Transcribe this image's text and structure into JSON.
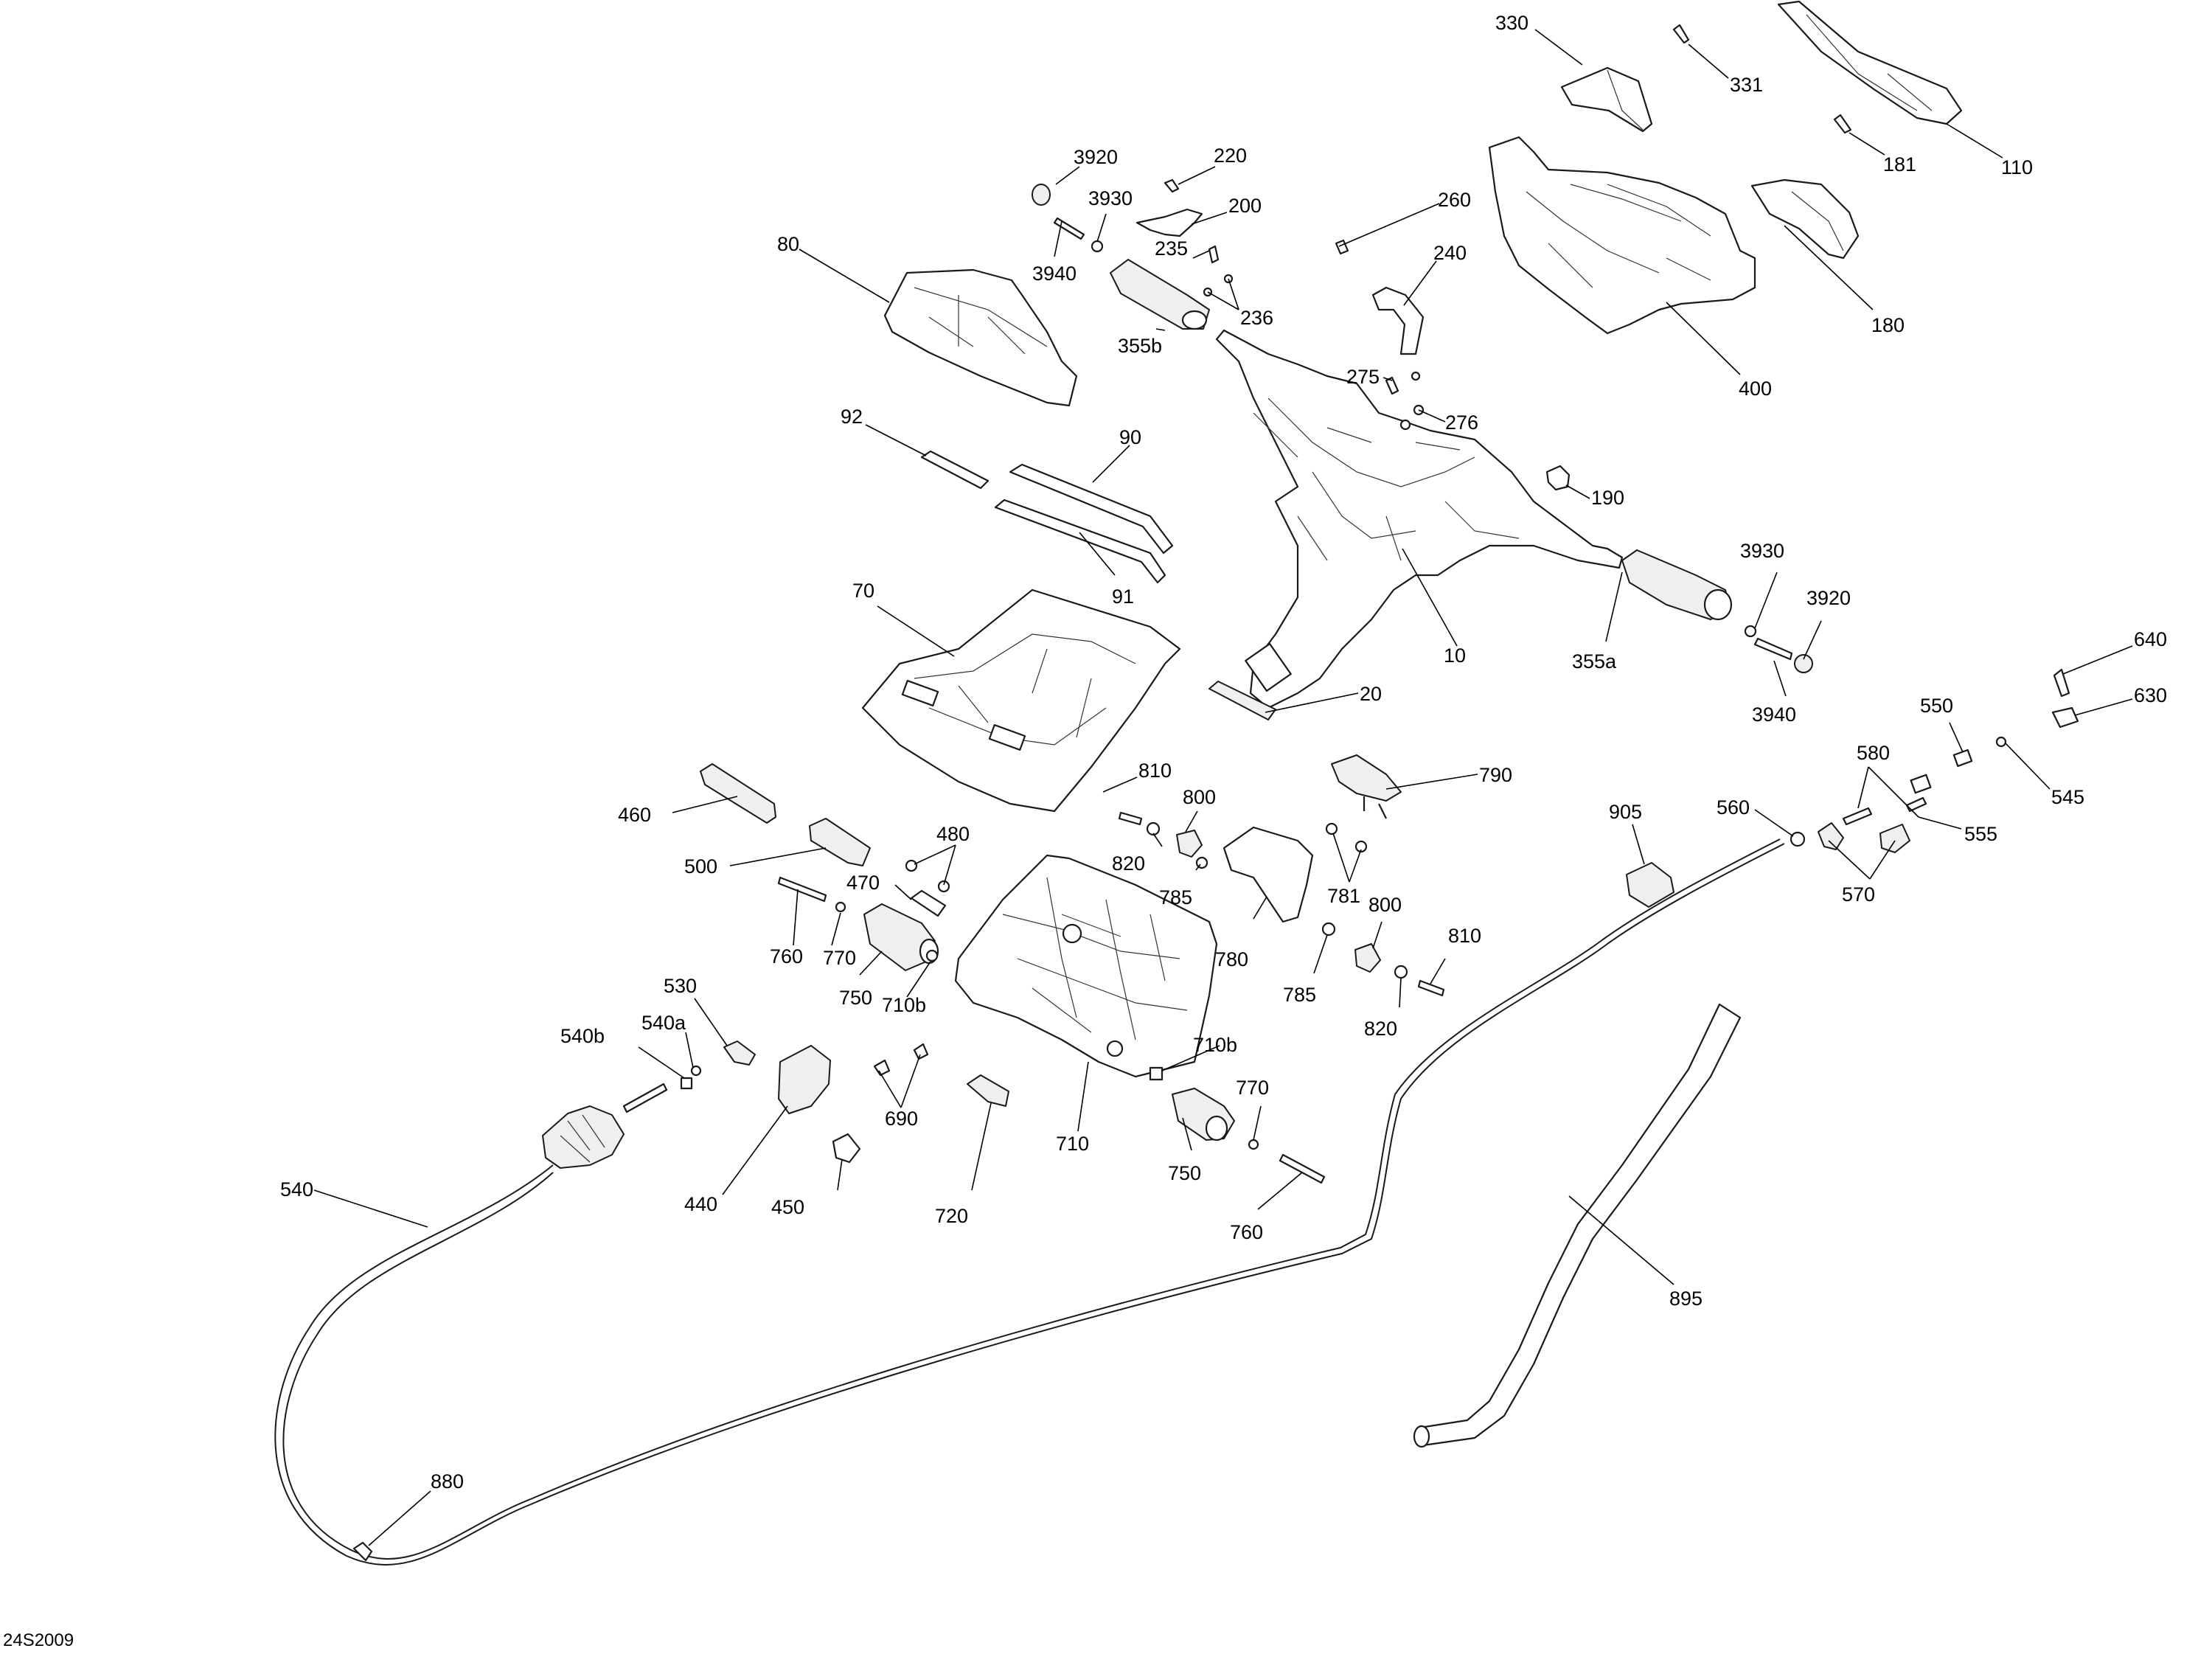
{
  "diagram": {
    "drawing_code": "24S2009",
    "callouts": [
      {
        "id": "c330",
        "text": "330"
      },
      {
        "id": "c331",
        "text": "331"
      },
      {
        "id": "c110",
        "text": "110"
      },
      {
        "id": "c181",
        "text": "181"
      },
      {
        "id": "c3920a",
        "text": "3920"
      },
      {
        "id": "c220",
        "text": "220"
      },
      {
        "id": "c3930a",
        "text": "3930"
      },
      {
        "id": "c200",
        "text": "200"
      },
      {
        "id": "c80",
        "text": "80"
      },
      {
        "id": "c3940a",
        "text": "3940"
      },
      {
        "id": "c235",
        "text": "235"
      },
      {
        "id": "c236",
        "text": "236"
      },
      {
        "id": "c355b",
        "text": "355b"
      },
      {
        "id": "c260",
        "text": "260"
      },
      {
        "id": "c240",
        "text": "240"
      },
      {
        "id": "c180",
        "text": "180"
      },
      {
        "id": "c400",
        "text": "400"
      },
      {
        "id": "c275",
        "text": "275"
      },
      {
        "id": "c276",
        "text": "276"
      },
      {
        "id": "c92",
        "text": "92"
      },
      {
        "id": "c90",
        "text": "90"
      },
      {
        "id": "c190",
        "text": "190"
      },
      {
        "id": "c91",
        "text": "91"
      },
      {
        "id": "c3930b",
        "text": "3930"
      },
      {
        "id": "c3920b",
        "text": "3920"
      },
      {
        "id": "c70",
        "text": "70"
      },
      {
        "id": "c355a",
        "text": "355a"
      },
      {
        "id": "c10",
        "text": "10"
      },
      {
        "id": "c640",
        "text": "640"
      },
      {
        "id": "c20",
        "text": "20"
      },
      {
        "id": "c3940b",
        "text": "3940"
      },
      {
        "id": "c630",
        "text": "630"
      },
      {
        "id": "c550",
        "text": "550"
      },
      {
        "id": "c810a",
        "text": "810"
      },
      {
        "id": "c790",
        "text": "790"
      },
      {
        "id": "c580",
        "text": "580"
      },
      {
        "id": "c545",
        "text": "545"
      },
      {
        "id": "c800a",
        "text": "800"
      },
      {
        "id": "c905",
        "text": "905"
      },
      {
        "id": "c560",
        "text": "560"
      },
      {
        "id": "c460",
        "text": "460"
      },
      {
        "id": "c480",
        "text": "480"
      },
      {
        "id": "c555",
        "text": "555"
      },
      {
        "id": "c820a",
        "text": "820"
      },
      {
        "id": "c500",
        "text": "500"
      },
      {
        "id": "c785a",
        "text": "785"
      },
      {
        "id": "c781",
        "text": "781"
      },
      {
        "id": "c570",
        "text": "570"
      },
      {
        "id": "c470",
        "text": "470"
      },
      {
        "id": "c800b",
        "text": "800"
      },
      {
        "id": "c810b",
        "text": "810"
      },
      {
        "id": "c760a",
        "text": "760"
      },
      {
        "id": "c770a",
        "text": "770"
      },
      {
        "id": "c780",
        "text": "780"
      },
      {
        "id": "c530",
        "text": "530"
      },
      {
        "id": "c750a",
        "text": "750"
      },
      {
        "id": "c710ba",
        "text": "710b"
      },
      {
        "id": "c785b",
        "text": "785"
      },
      {
        "id": "c540a",
        "text": "540a"
      },
      {
        "id": "c820b",
        "text": "820"
      },
      {
        "id": "c540b",
        "text": "540b"
      },
      {
        "id": "c710bb",
        "text": "710b"
      },
      {
        "id": "c770b",
        "text": "770"
      },
      {
        "id": "c690",
        "text": "690"
      },
      {
        "id": "c710",
        "text": "710"
      },
      {
        "id": "c750b",
        "text": "750"
      },
      {
        "id": "c540",
        "text": "540"
      },
      {
        "id": "c440",
        "text": "440"
      },
      {
        "id": "c450",
        "text": "450"
      },
      {
        "id": "c720",
        "text": "720"
      },
      {
        "id": "c760b",
        "text": "760"
      },
      {
        "id": "c895",
        "text": "895"
      },
      {
        "id": "c880",
        "text": "880"
      }
    ]
  }
}
